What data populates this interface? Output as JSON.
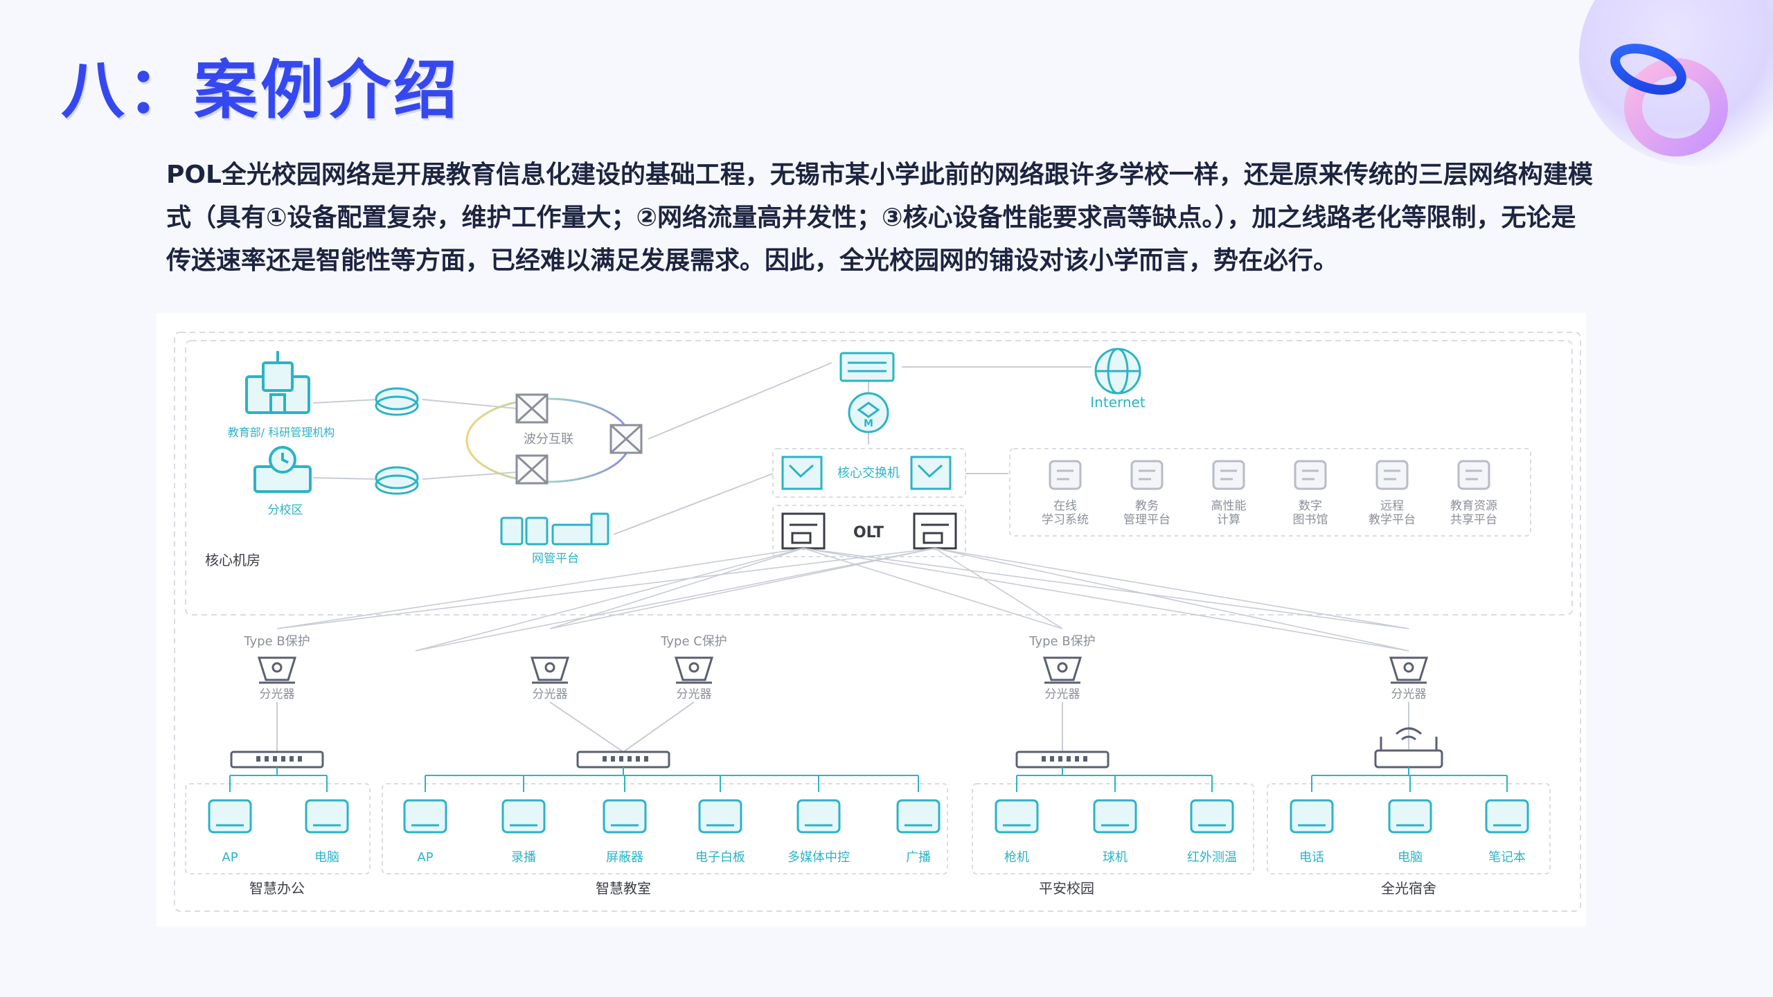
{
  "slide": {
    "title": "八：案例介绍",
    "paragraph": "POL全光校园网络是开展教育信息化建设的基础工程，无锡市某小学此前的网络跟许多学校一样，还是原来传统的三层网络构建模式（具有①设备配置复杂，维护工作量大；②网络流量高并发性；③核心设备性能要求高等缺点。），加之线路老化等限制，无论是传送速率还是智能性等方面，已经难以满足发展需求。因此，全光校园网的铺设对该小学而言，势在必行。"
  },
  "diagram": {
    "core_room_label": "核心机房",
    "edu_dept_label": "教育部/ 科研管理机构",
    "branch_label": "分校区",
    "wdm_label": "波分互联",
    "nms_label": "网管平台",
    "internet_label": "Internet",
    "core_switch_label": "核心交换机",
    "olt_label": "OLT",
    "platforms": [
      {
        "line1": "在线",
        "line2": "学习系统",
        "icon": "cube-icon"
      },
      {
        "line1": "教务",
        "line2": "管理平台",
        "icon": "toggle-icon"
      },
      {
        "line1": "高性能",
        "line2": "计算",
        "icon": "chart-icon"
      },
      {
        "line1": "数字",
        "line2": "图书馆",
        "icon": "bulb-icon"
      },
      {
        "line1": "远程",
        "line2": "教学平台",
        "icon": "monitor-icon"
      },
      {
        "line1": "教育资源",
        "line2": "共享平台",
        "icon": "database-icon"
      }
    ],
    "protection": [
      "Type B保护",
      "Type C保护",
      "Type B保护"
    ],
    "splitter_label": "分光器",
    "zones": [
      {
        "name": "智慧办公",
        "devices": [
          "AP",
          "电脑"
        ]
      },
      {
        "name": "智慧教室",
        "devices": [
          "AP",
          "录播",
          "屏蔽器",
          "电子白板",
          "多媒体中控",
          "广播"
        ]
      },
      {
        "name": "平安校园",
        "devices": [
          "枪机",
          "球机",
          "红外测温"
        ]
      },
      {
        "name": "全光宿舍",
        "devices": [
          "电话",
          "电脑",
          "笔记本"
        ]
      }
    ],
    "colors": {
      "teal": "#2bb3c6",
      "line": "#c8ccd4",
      "title": "#3548f0"
    }
  }
}
